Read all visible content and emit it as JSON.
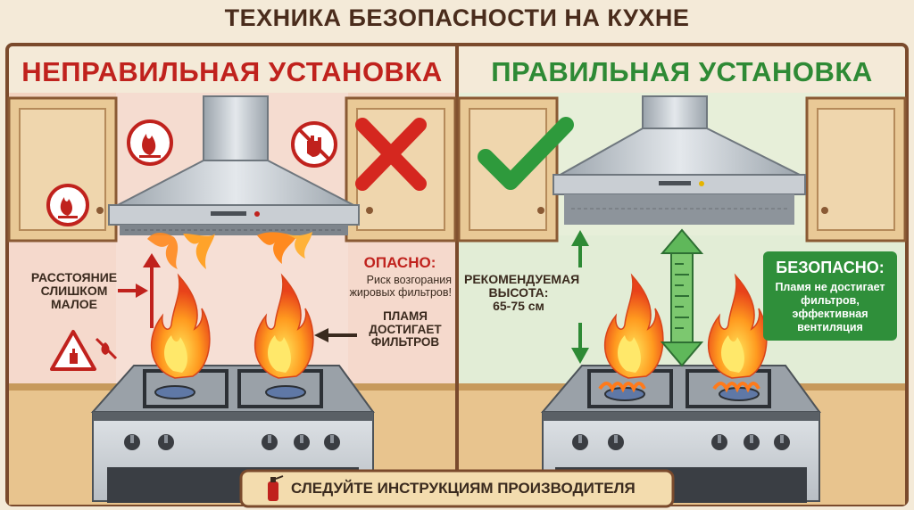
{
  "title": "ТЕХНИКА БЕЗОПАСНОСТИ НА КУХНЕ",
  "wrong_panel": {
    "heading": "НЕПРАВИЛЬНАЯ УСТАНОВКА",
    "distance_label": [
      "РАССТОЯНИЕ",
      "СЛИШКОМ",
      "МАЛОЕ"
    ],
    "danger_heading": "ОПАСНО:",
    "danger_text": [
      "Риск возгорания",
      "жировых фильтров!"
    ],
    "flame_label": [
      "ПЛАМЯ",
      "ДОСТИГАЕТ",
      "ФИЛЬТРОВ"
    ]
  },
  "right_panel": {
    "heading": "ПРАВИЛЬНАЯ УСТАНОВКА",
    "height_label": [
      "РЕКОМЕНДУЕМАЯ",
      "ВЫСОТА:",
      "65-75 см"
    ],
    "safe_heading": "БЕЗОПАСНО:",
    "safe_text": [
      "Пламя не достигает",
      "фильтров,",
      "эффективная",
      "вентиляция"
    ]
  },
  "footer": "СЛЕДУЙТЕ ИНСТРУКЦИЯМ ПРОИЗВОДИТЕЛЯ",
  "colors": {
    "danger": "#c0221d",
    "safe": "#2e8a35",
    "cabinet": "#e9c996",
    "frame": "#7a4a2c"
  },
  "icons": [
    "fire-hazard-icon",
    "no-touch-icon",
    "cross-icon",
    "check-icon",
    "warning-hand-icon",
    "fire-extinguisher-icon"
  ]
}
